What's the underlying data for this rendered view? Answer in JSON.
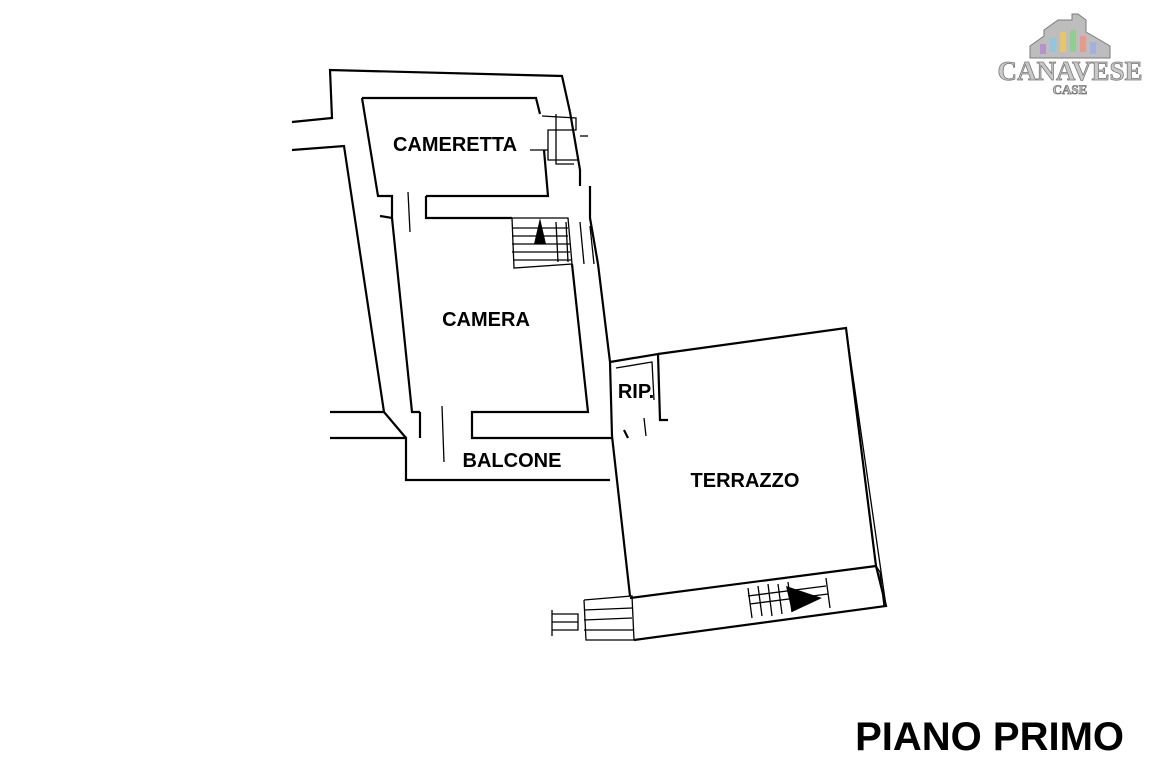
{
  "plan": {
    "title": "PIANO PRIMO",
    "rooms": {
      "cameretta": "CAMERETTA",
      "camera": "CAMERA",
      "rip": "RIP.",
      "balcone": "BALCONE",
      "terrazzo": "TERRAZZO"
    }
  },
  "logo": {
    "name": "CANAVESE",
    "sub": "CASE"
  },
  "colors": {
    "line": "#000000",
    "background": "#ffffff",
    "logo_fill": "#c9c9c9"
  }
}
